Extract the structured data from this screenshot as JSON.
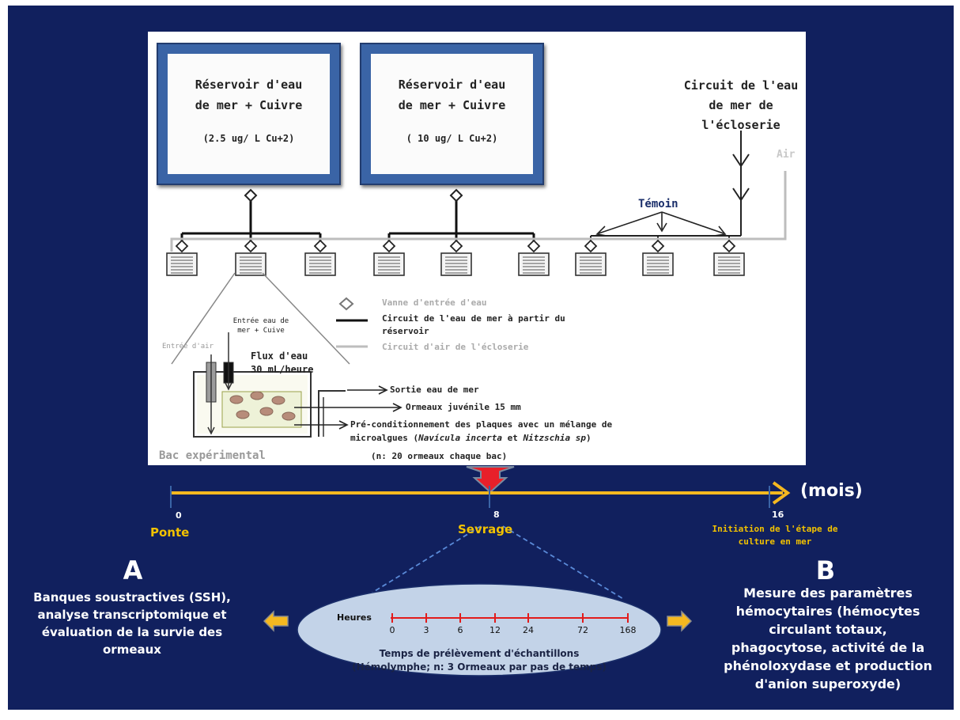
{
  "diagram": {
    "tank1": {
      "line1": "Réservoir d'eau",
      "line2": "de mer + Cuivre",
      "conc": "(2.5 ug/ L Cu+2)"
    },
    "tank2": {
      "line1": "Réservoir d'eau",
      "line2": "de mer + Cuivre",
      "conc": "( 10 ug/ L Cu+2)"
    },
    "hatchery": {
      "line1": "Circuit de l'eau",
      "line2": "de mer de",
      "line3": "l'écloserie"
    },
    "air": "Air",
    "temoin": "Témoin",
    "legend": {
      "valve": "Vanne d'entrée d'eau",
      "water1": "Circuit de l'eau de mer à partir du",
      "water2": "réservoir",
      "air": "Circuit d'air de l'écloserie"
    },
    "tank_detail": {
      "entree_eau1": "Entrée eau de",
      "entree_eau2": "mer + Cuive",
      "entree_air": "Entrée d'air",
      "flux1": "Flux d'eau",
      "flux2": "30 mL/heure",
      "sortie": "Sortie eau de mer",
      "ormeaux": "Ormeaux juvénile 15 mm",
      "precond1": "Pré-conditionnement des plaques avec un mélange de",
      "precond2_a": "microalgues (",
      "precond2_b": "Navícula incerta",
      "precond2_c": " et ",
      "precond2_d": "Nitzschia sp",
      "precond2_e": ")",
      "bac": "Bac expérimental",
      "n": "(n: 20 ormeaux chaque bac)"
    }
  },
  "timeline": {
    "unit": "(mois)",
    "ticks": [
      {
        "value": "0",
        "label": "Ponte"
      },
      {
        "value": "8",
        "label": "Sevrage"
      },
      {
        "value": "16",
        "label1": "Initiation de l'étape de",
        "label2": "culture en mer"
      }
    ]
  },
  "sampling": {
    "hours_label": "Heures",
    "hours": [
      "0",
      "3",
      "6",
      "12",
      "24",
      "72",
      "168"
    ],
    "line1": "Temps de prélèvement d'échantillons",
    "line2": "(Hémolymphe; n: 3 Ormeaux par pas de temps)"
  },
  "panel_a": {
    "letter": "A",
    "lines": [
      "Banques soustractives (SSH),",
      "analyse  transcriptomique et",
      "évaluation  de la  survie des",
      "ormeaux"
    ]
  },
  "panel_b": {
    "letter": "B",
    "lines": [
      "Mesure des paramètres",
      "hémocytaires (hémocytes",
      "circulant totaux,",
      "phagocytose, activité de la",
      "phénoloxydase et production",
      "d'anion superoxyde)"
    ]
  },
  "colors": {
    "background": "#11205e",
    "axis": "#f5b820",
    "tank": "#3a64a6",
    "ellipse": "#c3d3e8",
    "red": "#e8202a"
  }
}
